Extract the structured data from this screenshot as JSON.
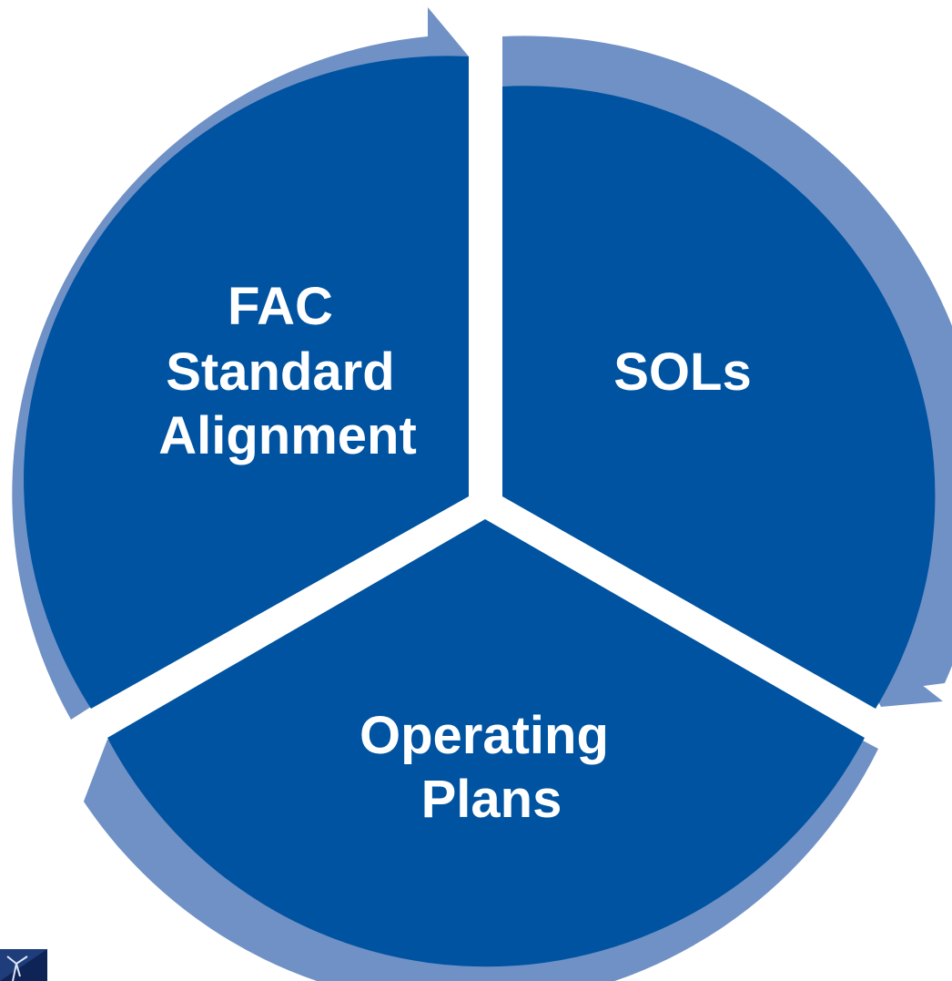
{
  "diagram": {
    "segments": [
      {
        "label_lines": [
          "FAC",
          "Standard",
          "Alignment"
        ]
      },
      {
        "label_lines": [
          "SOLs"
        ]
      },
      {
        "label_lines": [
          "Operating",
          "Plans"
        ]
      }
    ],
    "colors": {
      "segment_fill": "#0053A1",
      "arrow_fill": "#7091C5",
      "background": "#FFFFFF"
    },
    "logo_icon": "wind-turbine-logo-icon"
  }
}
